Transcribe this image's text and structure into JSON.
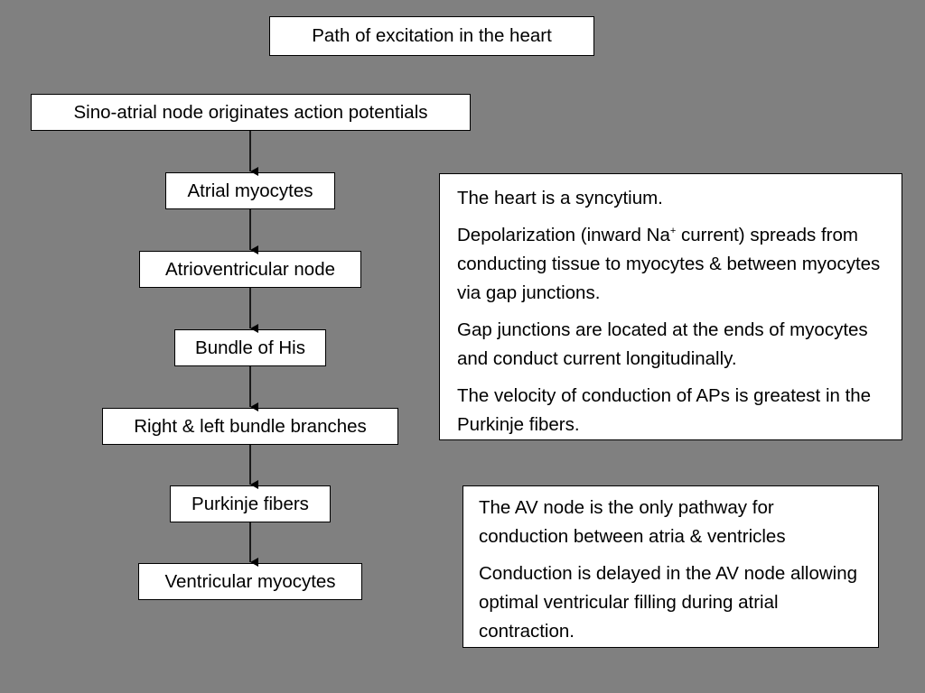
{
  "title": "Path of excitation in the heart",
  "flow": [
    "Sino-atrial node originates action potentials",
    "Atrial myocytes",
    "Atrioventricular node",
    "Bundle of His",
    "Right & left bundle branches",
    "Purkinje fibers",
    "Ventricular myocytes"
  ],
  "syncytium_box": {
    "p1": "The  heart is a syncytium.",
    "p2_before": "Depolarization (inward Na",
    "p2_sup": "+",
    "p2_after": " current) spreads from conducting tissue to myocytes & between myocytes via gap junctions.",
    "p3": "Gap junctions are located at the ends of myocytes and conduct current longitudinally.",
    "p4": "The velocity of conduction of APs is greatest in the Purkinje fibers."
  },
  "av_box": {
    "p1": "The AV node is the only pathway for conduction between atria & ventricles",
    "p2": "Conduction is delayed in the AV node allowing optimal ventricular filling during atrial contraction."
  }
}
